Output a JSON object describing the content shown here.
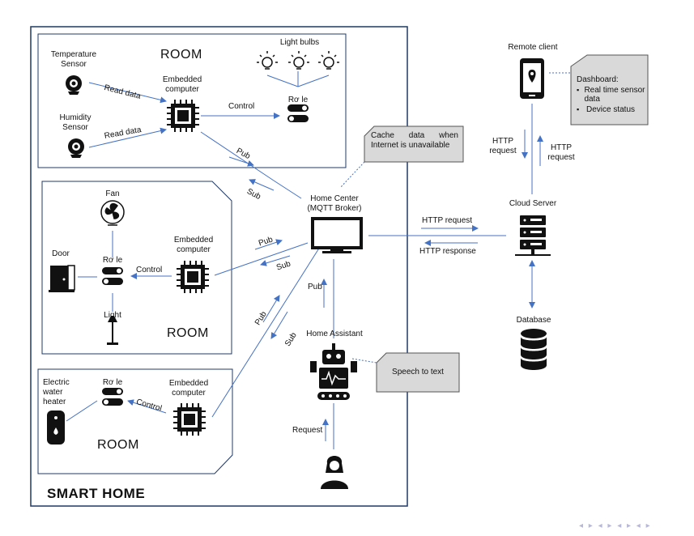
{
  "smart_home_title": "SMART HOME",
  "rooms": [
    {
      "title": "ROOM"
    },
    {
      "title": "ROOM"
    },
    {
      "title": "ROOM"
    }
  ],
  "room1": {
    "temp_sensor": "Temperature Sensor",
    "humidity_sensor": "Humidity Sensor",
    "read_data_1": "Read data",
    "read_data_2": "Read data",
    "embedded": "Embedded computer",
    "control": "Control",
    "light_bulbs": "Light bulbs",
    "relay": "Rơ le"
  },
  "room2": {
    "fan": "Fan",
    "door": "Door",
    "light": "Light",
    "relay": "Rơ le",
    "control": "Control",
    "embedded": "Embedded computer"
  },
  "room3": {
    "heater": "Electric water heater",
    "relay": "Rơ le",
    "control": "Control",
    "embedded": "Embedded computer"
  },
  "links": {
    "pub": "Pub",
    "sub": "Sub",
    "http_request": "HTTP request",
    "http_response": "HTTP response",
    "request": "Request"
  },
  "home_center": "Home Center (MQTT Broker)",
  "home_assistant": "Home Assistant",
  "cloud_server": "Cloud Server",
  "database": "Database",
  "remote_client": "Remote client",
  "cache_note": "Cache data when Internet is unavailable",
  "speech_note": "Speech to text",
  "dashboard": {
    "title": "Dashboard:",
    "items": [
      "Real time sensor data",
      "Device status"
    ]
  },
  "colors": {
    "line": "#4472c4",
    "border": "#1f3864",
    "note_fill": "#d9d9d9"
  }
}
